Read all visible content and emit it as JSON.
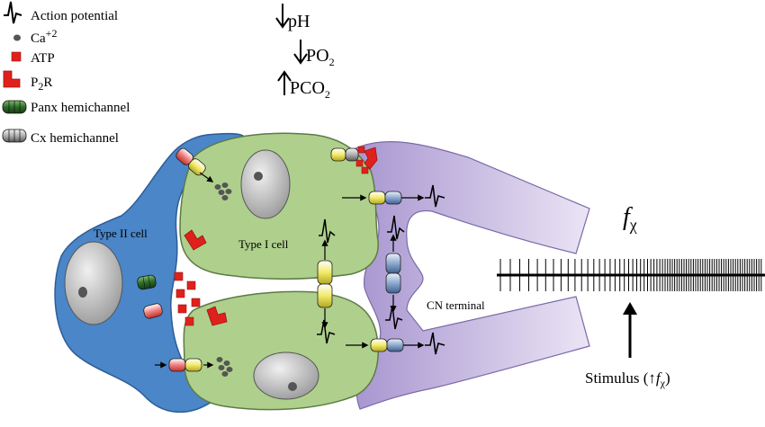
{
  "legend": {
    "action_potential": "Action potential",
    "ca_base": "Ca",
    "ca_sup": "+2",
    "atp": "ATP",
    "p2r_p": "P",
    "p2r_sub": "2",
    "p2r_r": "R",
    "panx": "Panx hemichannel",
    "cx": "Cx hemichannel"
  },
  "stimuli": {
    "ph": "pH",
    "po2_base": "PO",
    "po2_sub": "2",
    "pco2_base": "PCO",
    "pco2_sub": "2"
  },
  "cells": {
    "type2": "Type II cell",
    "type1": "Type I cell",
    "cn": "CN terminal"
  },
  "frequency": {
    "f": "f",
    "chi": "χ"
  },
  "stimulus": {
    "prefix": "Stimulus (↑",
    "f": "f",
    "chi": "χ",
    "suffix": ")"
  },
  "colors": {
    "type2_cell": "#4a86c8",
    "type1_cell": "#aed08c",
    "cn_terminal": "#b8a6d6",
    "atp": "#e0211b",
    "panx": "#2e6b2a",
    "cx": "#a8a8a8"
  }
}
